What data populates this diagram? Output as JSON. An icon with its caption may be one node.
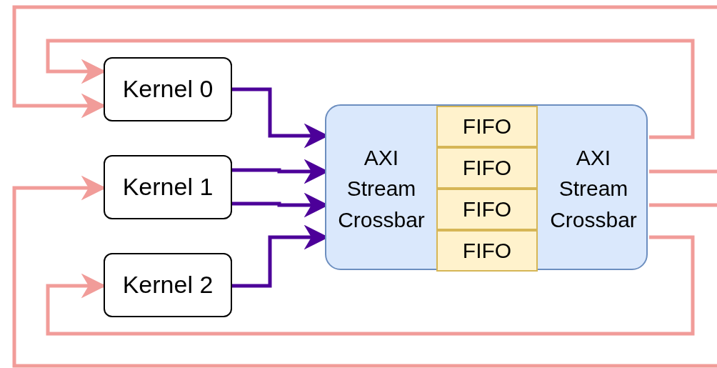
{
  "diagram": {
    "nodes": [
      {
        "text": [
          "Kernel 0"
        ]
      },
      {
        "text": [
          "Kernel 1"
        ]
      },
      {
        "text": [
          "Kernel 2"
        ]
      },
      {
        "text": [],
        "shape": "box"
      },
      {
        "text": [
          "AXI Stream Crossbar"
        ],
        "in": 3
      },
      {
        "text": [
          "FIFO"
        ],
        "in": 3
      },
      {
        "text": [
          "FIFO"
        ],
        "in": 3
      },
      {
        "text": [
          "FIFO"
        ],
        "in": 3
      },
      {
        "text": [
          "FIFO"
        ],
        "in": 3
      },
      {
        "text": [
          "AXI Stream Crossbar"
        ],
        "in": 3
      }
    ],
    "edges": [
      {
        "from": 0,
        "to": 4,
        "arrow": "to",
        "color": "#4c0099"
      },
      {
        "from": 1,
        "to": 4,
        "arrow": "to",
        "color": "#4c0099"
      },
      {
        "from": 1,
        "to": 4,
        "arrow": "to",
        "color": "#4c0099"
      },
      {
        "from": 2,
        "to": 4,
        "arrow": "to",
        "color": "#4c0099"
      },
      {
        "from": 9,
        "to": 0,
        "arrow": "to",
        "color": "#f19c99"
      },
      {
        "from": 9,
        "to": 0,
        "arrow": "to",
        "color": "#f19c99"
      },
      {
        "from": 9,
        "to": 1,
        "arrow": "to",
        "color": "#f19c99"
      },
      {
        "from": 9,
        "to": 2,
        "arrow": "to",
        "color": "#f19c99"
      }
    ]
  }
}
